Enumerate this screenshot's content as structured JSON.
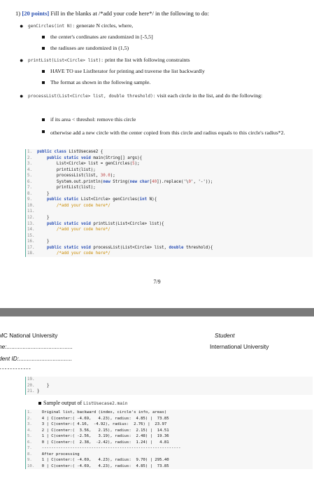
{
  "page1": {
    "question_number": "1)",
    "points": "[20 points]",
    "question_text": " Fill in the blanks at /*add your code here*/ in the following to do:",
    "items": [
      {
        "code": "genCircles(int N):",
        "text": " generate N circles, where,",
        "sub": [
          "the center's cordinates are randomized in [-5,5]",
          "the radiuses are randomized in (1,5)"
        ]
      },
      {
        "code": "printList(List<Circle> list):",
        "text": " print the list with following constraints",
        "sub": [
          "HAVE TO use ListIterator for printing and traverse the list backwardly",
          "The format as shown in the following sample."
        ]
      },
      {
        "code": "processList(List<Circle> list, double threshold):",
        "text": " visit each circle in the list, and do the following:",
        "sub": [
          "if its area < threshol: remove this circle",
          "otherwise add a new circle with the center copied from this circle and radius equals to this circle's radius*2."
        ]
      }
    ],
    "code_lines": [
      {
        "n": "1.",
        "t": "public class ListUsecase2 {"
      },
      {
        "n": "2.",
        "t": "    public static void main(String[] args){"
      },
      {
        "n": "3.",
        "t": "        List<Circle> list = genCircles(5);"
      },
      {
        "n": "4.",
        "t": "        printList(list);"
      },
      {
        "n": "5.",
        "t": "        processList(list, 30.0);"
      },
      {
        "n": "6.",
        "t": "        System.out.println(new String(new char[40]).replace('\\0', '-'));"
      },
      {
        "n": "7.",
        "t": "        printList(list);"
      },
      {
        "n": "8.",
        "t": "    }"
      },
      {
        "n": "9.",
        "t": "    public static List<Circle> genCircles(int N){"
      },
      {
        "n": "10.",
        "t": "        /*add your code here*/"
      },
      {
        "n": "11.",
        "t": ""
      },
      {
        "n": "12.",
        "t": "    }"
      },
      {
        "n": "13.",
        "t": "    public static void printList(List<Circle> list){"
      },
      {
        "n": "14.",
        "t": "        /*add your code here*/"
      },
      {
        "n": "15.",
        "t": ""
      },
      {
        "n": "16.",
        "t": "    }"
      },
      {
        "n": "17.",
        "t": "    public static void processList(List<Circle> list, double threshold){"
      },
      {
        "n": "18.",
        "t": "        /*add your code here*/"
      }
    ],
    "page_number": "7/9"
  },
  "page2": {
    "header_left": "MC National University",
    "header_right_top": "Student",
    "header_right_bottom": "International University",
    "name_label": "ne:.........................................",
    "id_label": "dent ID:.................................",
    "dashes": "------------",
    "code_lines": [
      {
        "n": "19.",
        "t": ""
      },
      {
        "n": "20.",
        "t": "    }"
      },
      {
        "n": "21.",
        "t": "}"
      }
    ],
    "sample_label": "Sample output of ",
    "sample_code": "ListUsecase2.main",
    "output_lines": [
      {
        "n": "1.",
        "t": "  Original list, backward (index, circle's info, areas)"
      },
      {
        "n": "2.",
        "t": "  4 | C(center:( -4.69,   4.23), radius:  4.85) |  73.85"
      },
      {
        "n": "3.",
        "t": "  3 | C(center:( 4.16,  -4.92), radius:  2.76) |  23.97"
      },
      {
        "n": "4.",
        "t": "  2 | C(center:(  3.56,   2.15), radius:  2.15) |  14.51"
      },
      {
        "n": "5.",
        "t": "  1 | C(center:( -2.56,   3.19), radius:  2.48) |  19.36"
      },
      {
        "n": "6.",
        "t": "  0 | C(center:(  2.38,  -2.42), radius:  1.24) |   4.81"
      },
      {
        "n": "7.",
        "t": "  -----------------------------------------------------------"
      },
      {
        "n": "8.",
        "t": "  After processing"
      },
      {
        "n": "9.",
        "t": "  1 | C(center:( -4.69,   4.23), radius:  9.70) | 295.40"
      },
      {
        "n": "10.",
        "t": "  0 | C(center:( -4.69,   4.23), radius:  4.85) |  73.85"
      }
    ]
  }
}
